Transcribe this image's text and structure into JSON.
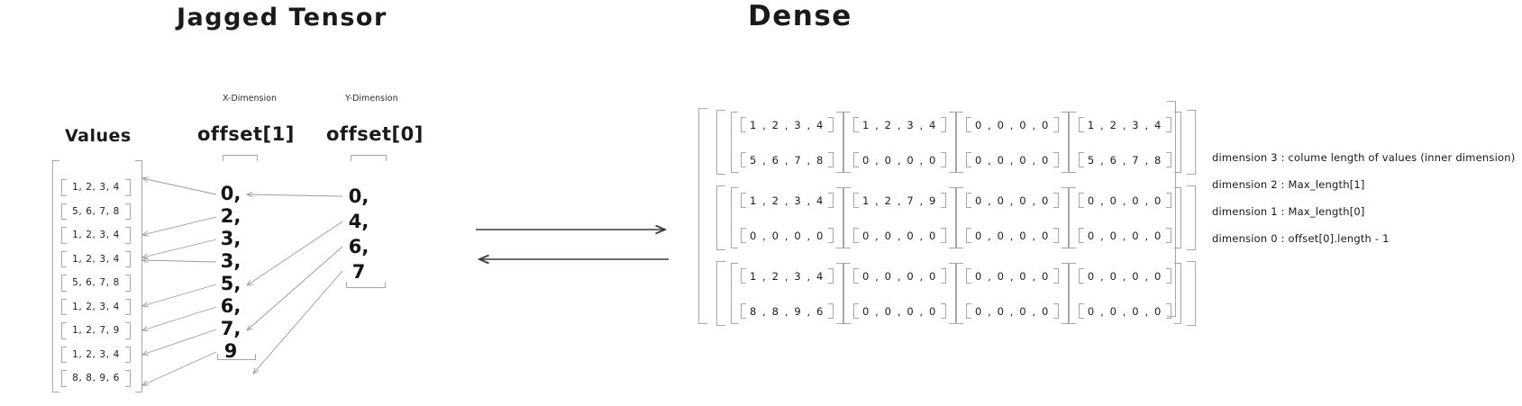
{
  "titles": {
    "jagged": "Jagged Tensor",
    "dense": "Dense"
  },
  "jagged": {
    "values_label": "Values",
    "x_dimension_label": "X-Dimension",
    "y_dimension_label": "Y-Dimension",
    "offset1_label": "offset[1]",
    "offset0_label": "offset[0]",
    "values": [
      "1, 2, 3, 4",
      "5, 6, 7, 8",
      "1, 2, 3, 4",
      "1, 2, 3, 4",
      "5, 6, 7, 8",
      "1, 2, 3, 4",
      "1, 2, 7, 9",
      "1, 2, 3, 4",
      "8, 8, 9, 6"
    ],
    "offset1": [
      "0,",
      "2,",
      "3,",
      "3,",
      "5,",
      "6,",
      "7,",
      "9"
    ],
    "offset0": [
      "0,",
      "4,",
      "6,",
      "7"
    ]
  },
  "dense": {
    "grid": [
      [
        [
          "1 , 2 , 3 , 4",
          "5 , 6 , 7 , 8"
        ],
        [
          "1 , 2 , 3 , 4",
          "0 , 0 , 0 , 0"
        ],
        [
          "0 , 0 , 0 , 0",
          "0 , 0 , 0 , 0"
        ],
        [
          "1 , 2 , 3 , 4",
          "5 , 6 , 7 , 8"
        ]
      ],
      [
        [
          "1 , 2 , 3 , 4",
          "0 , 0 , 0 , 0"
        ],
        [
          "1 , 2 , 7 , 9",
          "0 , 0 , 0 , 0"
        ],
        [
          "0 , 0 , 0 , 0",
          "0 , 0 , 0 , 0"
        ],
        [
          "0 , 0 , 0 , 0",
          "0 , 0 , 0 , 0"
        ]
      ],
      [
        [
          "1 , 2 , 3 , 4",
          "8 , 8 , 9 , 6"
        ],
        [
          "0 , 0 , 0 , 0",
          "0 , 0 , 0 , 0"
        ],
        [
          "0 , 0 , 0 , 0",
          "0 , 0 , 0 , 0"
        ],
        [
          "0 , 0 , 0 , 0",
          "0 , 0 , 0 , 0"
        ]
      ]
    ]
  },
  "legend": {
    "lines": [
      "dimension 3 : colume length of values (inner dimension)",
      "dimension 2 : Max_length[1]",
      "dimension 1 : Max_length[0]",
      "dimension 0 : offset[0].length - 1"
    ]
  },
  "colors": {
    "ink": "#1a1a1a",
    "stroke": "#a6a6a6",
    "arrow_gray": "#9a9a9a",
    "arrow_dark": "#3a3a3a"
  }
}
